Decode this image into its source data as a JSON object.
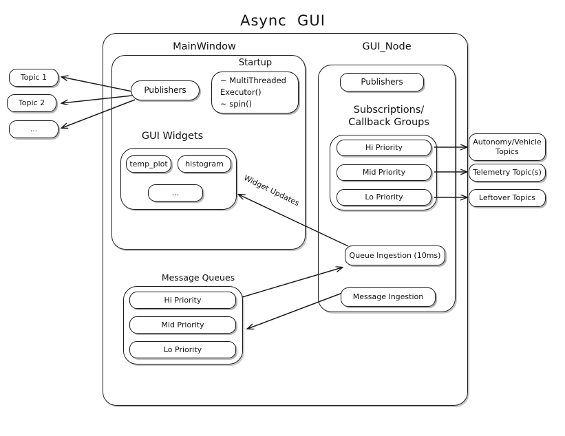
{
  "diagram": {
    "title": "Async  GUI",
    "outer_container": {
      "name": "async-gui-root"
    },
    "groups": {
      "main_window": {
        "title": "MainWindow",
        "startup": {
          "title": "Startup",
          "items": "~ MultiThreaded\n   Executor()\n~ spin()"
        },
        "publishers_label": "Publishers",
        "gui_widgets": {
          "title": "GUI Widgets",
          "widgets": [
            "temp_plot",
            "histogram",
            "..."
          ]
        }
      },
      "gui_node": {
        "title": "GUI_Node",
        "publishers_label": "Publishers",
        "subscriptions_title": "Subscriptions/\nCallback Groups",
        "priorities": [
          "Hi Priority",
          "Mid Priority",
          "Lo Priority"
        ],
        "queue_ingestion_label": "Queue Ingestion (10ms)",
        "message_ingestion_label": "Message Ingestion"
      },
      "message_queues": {
        "title": "Message Queues",
        "queues": [
          "Hi Priority",
          "Mid Priority",
          "Lo Priority"
        ]
      }
    },
    "left_topics": [
      "Topic 1",
      "Topic 2",
      "..."
    ],
    "right_topics": [
      "Autonomy/Vehicle\nTopics",
      "Telemetry Topic(s)",
      "Leftover Topics"
    ],
    "edge_labels": {
      "widget_updates": "Widget Updates"
    },
    "colors": {
      "stroke": "#1a1a1a",
      "text": "#111111",
      "background": "#ffffff"
    }
  }
}
